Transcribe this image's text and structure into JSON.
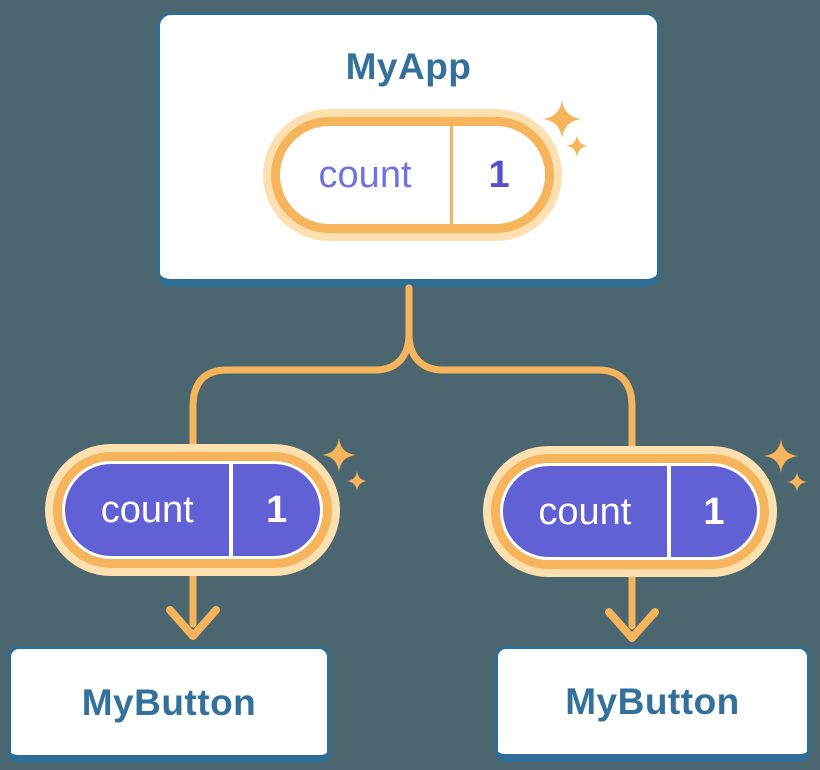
{
  "diagram": {
    "root": {
      "title": "MyApp",
      "state_pill": {
        "label": "count",
        "value": "1"
      }
    },
    "children": [
      {
        "title": "MyButton",
        "state_pill": {
          "label": "count",
          "value": "1"
        }
      },
      {
        "title": "MyButton",
        "state_pill": {
          "label": "count",
          "value": "1"
        }
      }
    ]
  },
  "colors": {
    "background": "#4C6670",
    "box-border": "#2D6D96",
    "box-title": "#33709B",
    "amber": "#F6B45C",
    "glow": "#FCE0B0",
    "connector": "#F6B45C",
    "purple": "#6160D4",
    "indigo-label": "#6E72E2",
    "indigo-value": "#5551CB"
  }
}
